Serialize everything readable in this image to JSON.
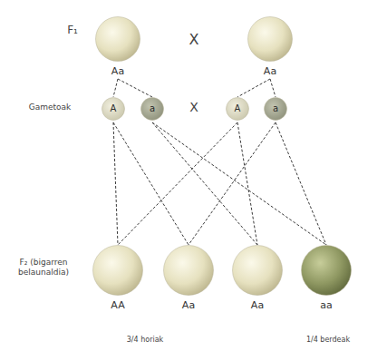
{
  "diagram": {
    "nodes": [
      {
        "text": [
          "Aa"
        ]
      },
      {
        "text": [
          "Aa"
        ]
      },
      {
        "text": [
          "A"
        ]
      },
      {
        "text": [
          "a"
        ]
      },
      {
        "text": [
          "A"
        ]
      },
      {
        "text": [
          "a"
        ]
      },
      {
        "text": [
          "AA"
        ]
      },
      {
        "text": [
          "Aa"
        ]
      },
      {
        "text": [
          "Aa"
        ]
      },
      {
        "text": [
          "aa"
        ]
      }
    ],
    "edges": [
      {
        "from": 0,
        "to": 2,
        "arrow": "none"
      },
      {
        "from": 0,
        "to": 3,
        "arrow": "none"
      },
      {
        "from": 1,
        "to": 4,
        "arrow": "none"
      },
      {
        "from": 1,
        "to": 5,
        "arrow": "none"
      },
      {
        "from": 2,
        "to": 6,
        "arrow": "none"
      },
      {
        "from": 2,
        "to": 7,
        "arrow": "none"
      },
      {
        "from": 3,
        "to": 8,
        "arrow": "none"
      },
      {
        "from": 3,
        "to": 9,
        "arrow": "none"
      },
      {
        "from": 4,
        "to": 6,
        "arrow": "none"
      },
      {
        "from": 4,
        "to": 8,
        "arrow": "none"
      },
      {
        "from": 5,
        "to": 7,
        "arrow": "none"
      },
      {
        "from": 5,
        "to": 9,
        "arrow": "none"
      }
    ],
    "labels": [
      "F₁",
      "X",
      "Gametoak",
      "X",
      "F₂ (bigarren belaunaldia)",
      "3/4 horiak",
      "1/4 berdeak"
    ]
  }
}
